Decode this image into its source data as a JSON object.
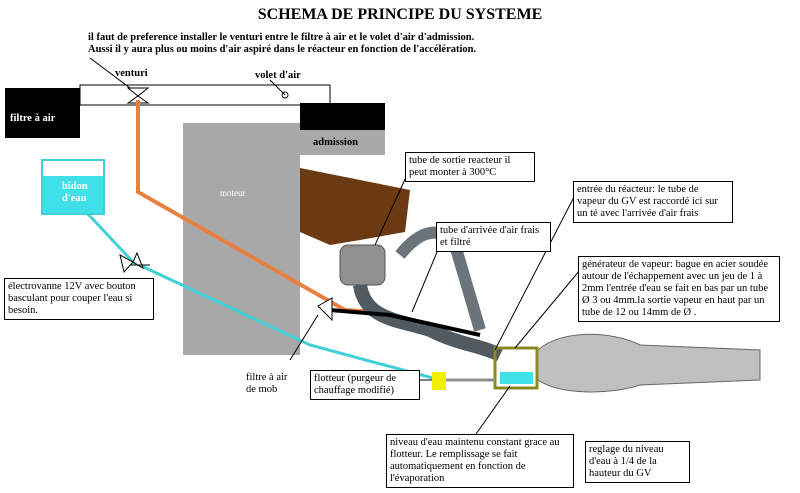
{
  "title": "SCHEMA DE PRINCIPE DU SYSTEME",
  "intro": "il faut de preference installer le venturi entre le filtre à air et le volet d'air d'admission.\nAussi il y aura plus ou moins d'air aspiré dans le réacteur en fonction de l'accélération.",
  "labels": {
    "venturi": "venturi",
    "volet_air": "volet  d'air",
    "filtre_air": "filtre à air",
    "admission": "admission",
    "moteur": "moteur",
    "bidon": "bidon\nd'eau",
    "electrovanne": "électrovanne 12V avec\nbouton basculant pour\ncouper l'eau si besoin.",
    "filtre_mob": "filtre à air\nde mob",
    "tube_sortie": "tube de sortie reacteur il\npeut monter à 300°C",
    "entree_reacteur": "entrée du réacteur:\nle tube de vapeur du GV est\nraccordé ici sur un té avec\nl'arrivée d'air frais",
    "tube_arrivee": "tube d'arrivée d'air\nfrais et filtré",
    "generateur": "générateur de vapeur:\n bague en acier soudée autour de\nl'échappement avec un jeu de 1 à 2mm\nl'entrée d'eau se fait en bas par un tube\nØ  3 ou 4mm.la sortie vapeur en haut\npar un tube de 12 ou 14mm  de Ø .",
    "flotteur": "flotteur (purgeur de\nchauffage modifié)",
    "niveau": "niveau d'eau maintenu constant\ngrace au flotteur. Le remplissage se\nfait automatiquement en fonction de\nl'évaporation",
    "reglage": "reglage du niveau\nd'eau à 1/4 de la\nhauteur du GV"
  },
  "colors": {
    "water_line": "#40d0d8",
    "water_tank": "#40e0e8",
    "orange_line": "#e88040",
    "engine_gray": "#a8a8a8",
    "manifold_brown": "#6b3a12",
    "steam_gen": "#8a8a20",
    "float_yellow": "#f0f000",
    "air_tube": "#505a60"
  }
}
